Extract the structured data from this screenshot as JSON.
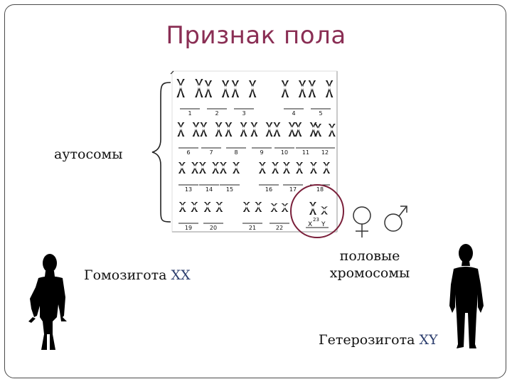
{
  "slide": {
    "title": "Признак пола",
    "autosomes_label": "аутосомы",
    "homozygote_text": "Гомозигота",
    "homozygote_genotype": "XX",
    "heterozygote_text": "Гетерозигота",
    "heterozygote_genotype": "XY",
    "sex_chromosomes_line1": "половые",
    "sex_chromosomes_line2": "хромосомы",
    "female_symbol": "♀",
    "male_symbol": "♂"
  },
  "karyotype": {
    "numbers": [
      "1",
      "2",
      "3",
      "4",
      "5",
      "6",
      "7",
      "8",
      "9",
      "10",
      "11",
      "12",
      "13",
      "14",
      "15",
      "16",
      "17",
      "18",
      "19",
      "20",
      "21",
      "22"
    ],
    "sex_pair_label": "X",
    "sex_pair_number": "23",
    "sex_pair_label_y": "Y"
  },
  "colors": {
    "title": "#8a2e54",
    "circle": "#7a1f3a",
    "genotype": "#2c3e6e"
  }
}
